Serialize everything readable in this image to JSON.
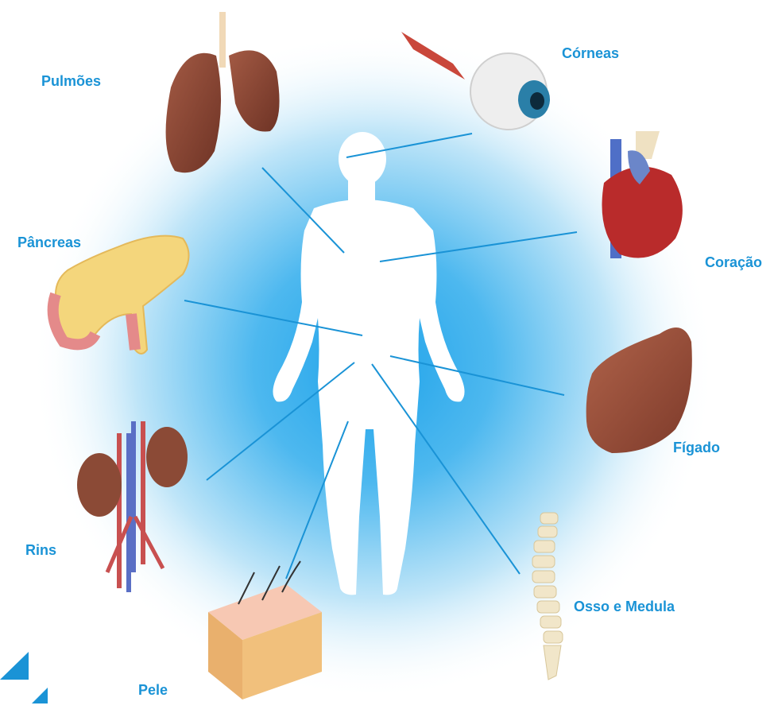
{
  "organs": {
    "corneas": "Córneas",
    "pulmoes": "Pulmões",
    "pancreas": "Pâncreas",
    "coracao": "Coração",
    "figado": "Fígado",
    "rins": "Rins",
    "osso_medula": "Osso e Medula",
    "pele": "Pele"
  },
  "colors": {
    "label": "#1a93d6",
    "connector": "#1a93d6",
    "glow": "#2aa7e8",
    "body": "#ffffff"
  }
}
